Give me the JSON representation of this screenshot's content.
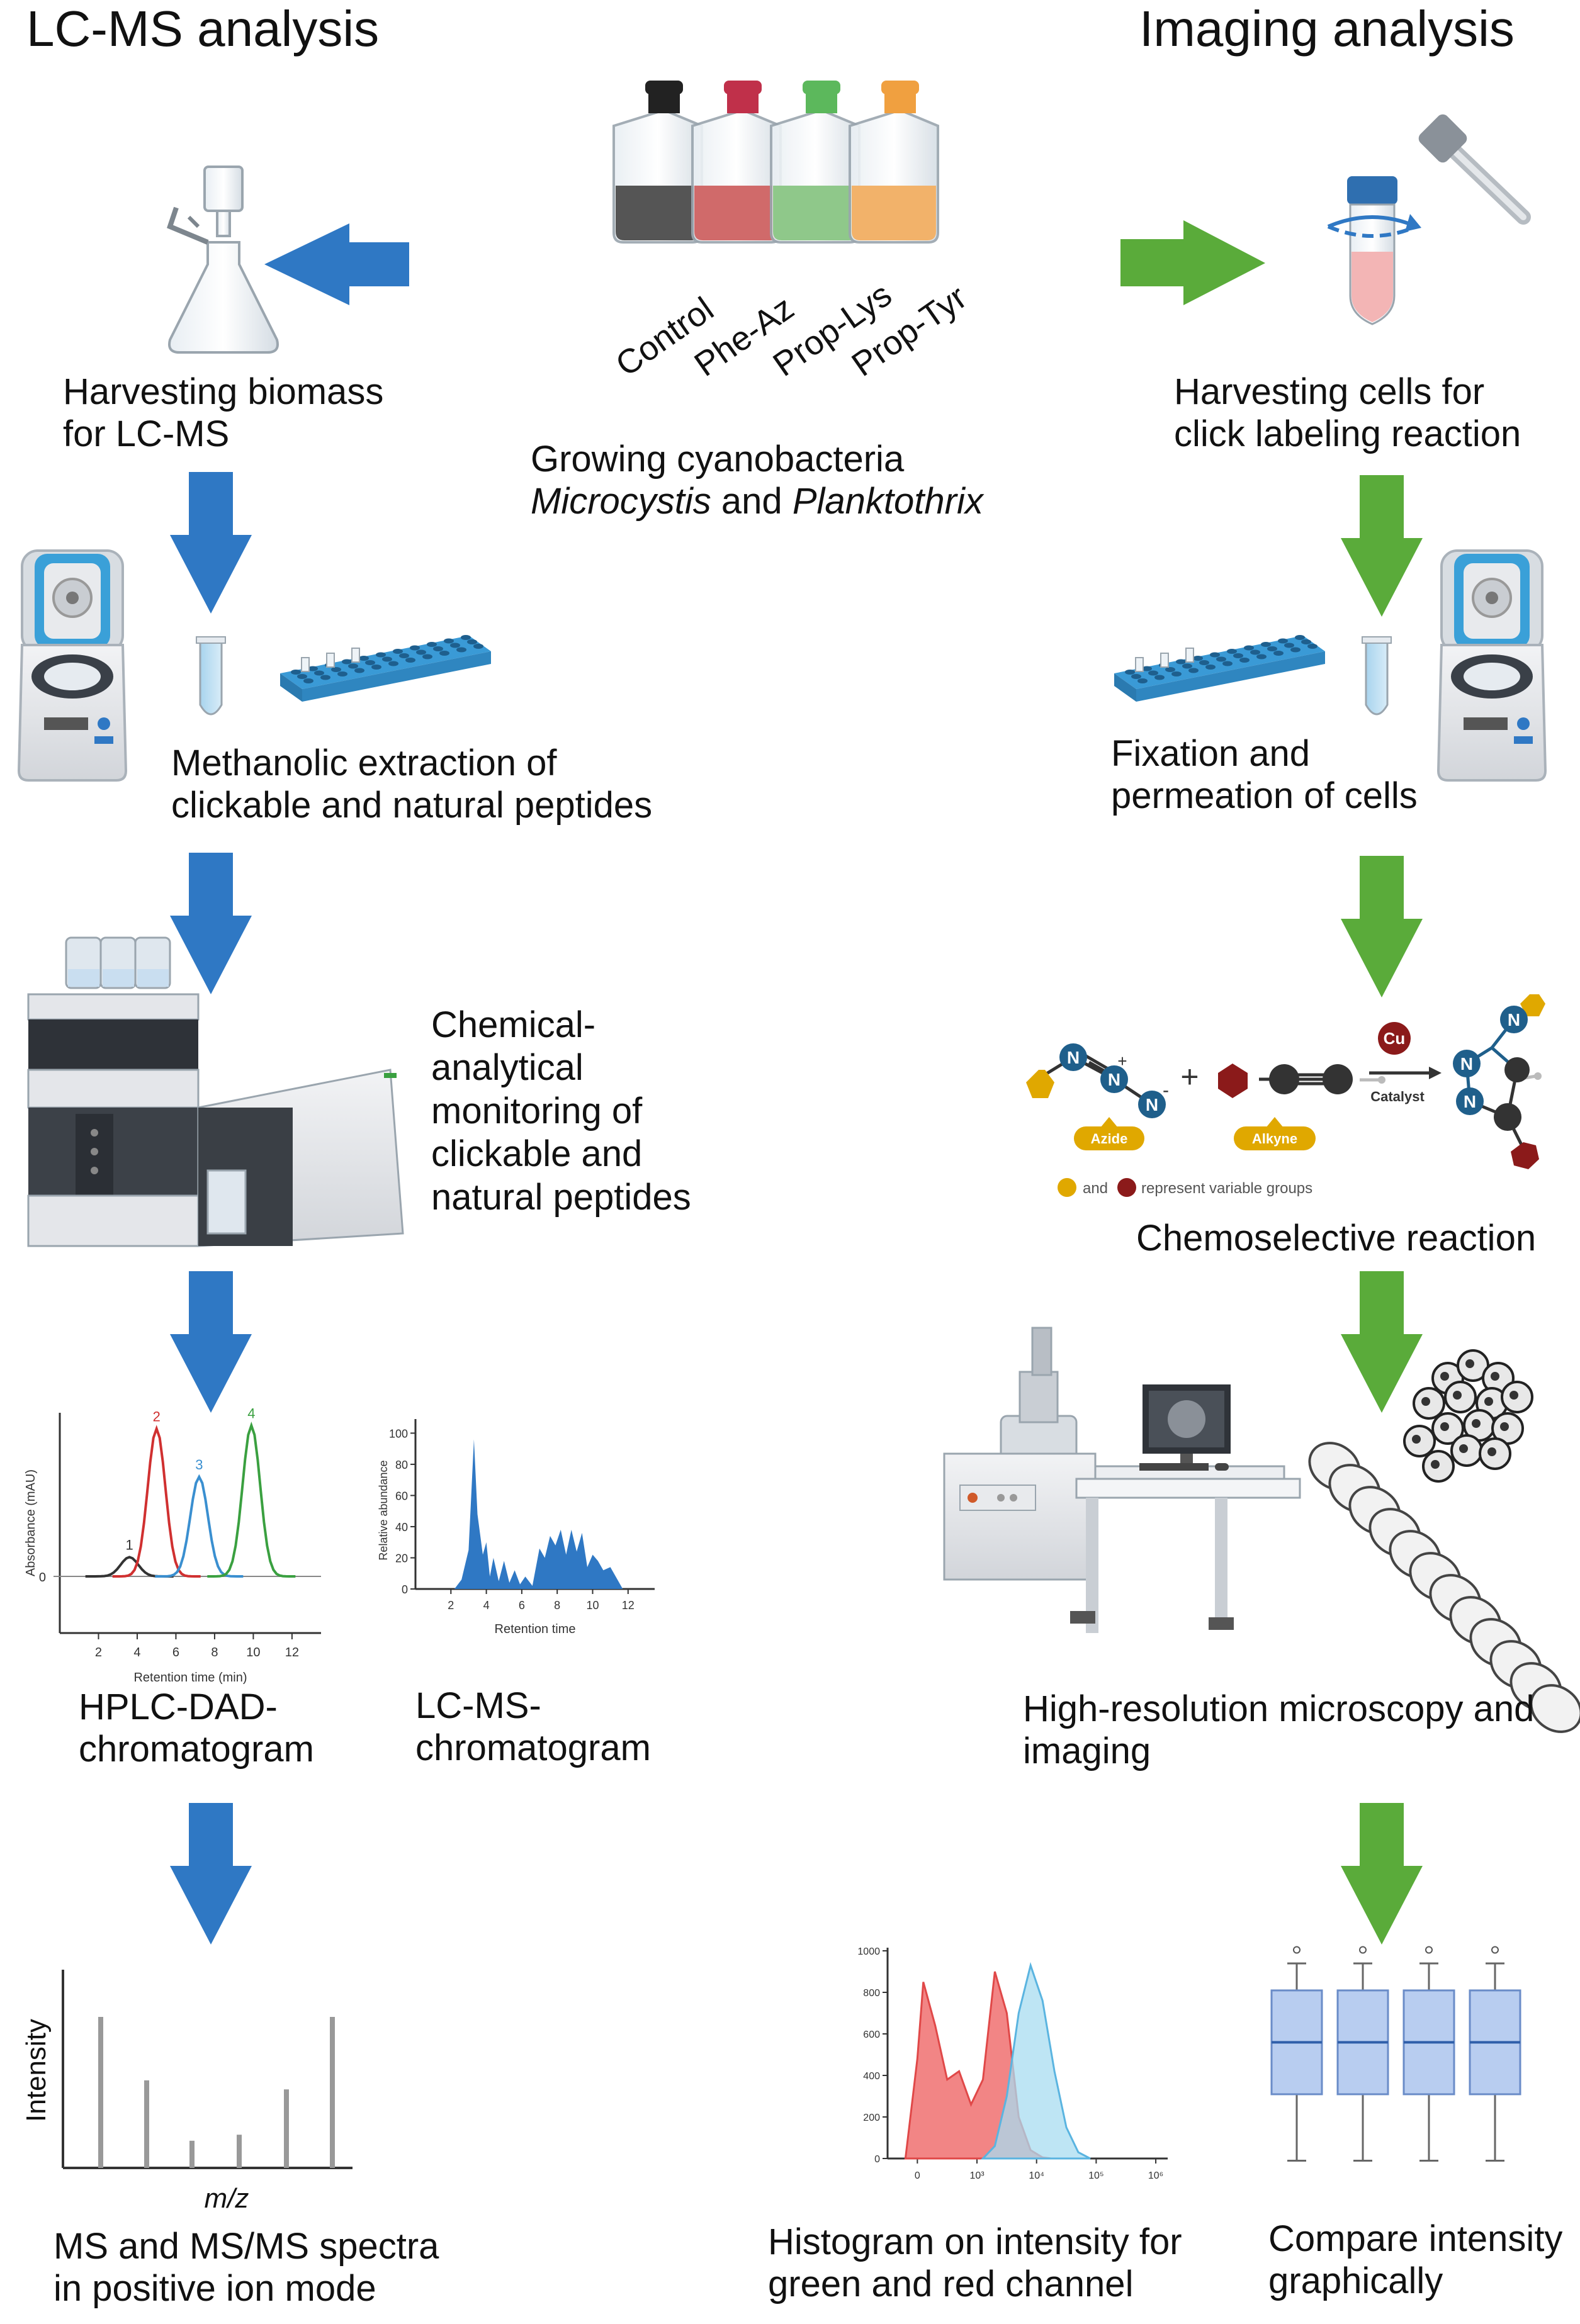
{
  "left_title": "LC-MS analysis",
  "right_title": "Imaging analysis",
  "flasks": {
    "labels": [
      "Control",
      "Phe-Az",
      "Prop-Lys",
      "Prop-Tyr"
    ],
    "cap_colors": [
      "#222222",
      "#c0304a",
      "#5cb85c",
      "#f0a040"
    ],
    "liquid_colors": [
      "#555555",
      "#d06a6a",
      "#8fc88a",
      "#f2b26a"
    ]
  },
  "center": {
    "line1": "Growing cyanobacteria",
    "genus1": "Microcystis",
    "and": "and",
    "genus2": "Planktothrix"
  },
  "left_steps": {
    "harvest": [
      "Harvesting biomass",
      "for LC-MS"
    ],
    "extraction": [
      "Methanolic extraction of",
      "clickable and natural peptides"
    ],
    "monitoring": [
      "Chemical-",
      "analytical",
      "monitoring of",
      "clickable and",
      "natural peptides"
    ],
    "hplc_label": [
      "HPLC-DAD-",
      "chromatogram"
    ],
    "lcms_label": [
      "LC-MS-",
      "chromatogram"
    ],
    "ms_label": [
      "MS and MS/MS spectra",
      "in positive ion mode"
    ]
  },
  "right_steps": {
    "harvest": [
      "Harvesting cells for",
      "click labeling reaction"
    ],
    "fixation": [
      "Fixation and",
      "permeation of cells"
    ],
    "chemo_label": "Chemoselective reaction",
    "microscopy": [
      "High-resolution microscopy and",
      "imaging"
    ],
    "histogram_label": [
      "Histogram on intensity for",
      "green and red channel"
    ],
    "compare_label": [
      "Compare intensity",
      "graphically"
    ]
  },
  "reaction": {
    "azide": "Azide",
    "alkyne": "Alkyne",
    "catalyst": "Catalyst",
    "cu": "Cu",
    "plus": "+",
    "n": "N",
    "plus_charge": "+",
    "minus_charge": "-",
    "and": "and",
    "variable_groups": "represent variable groups",
    "colors": {
      "azide": "#e0a800",
      "alkyne": "#8b1a1a",
      "nitrogen": "#1f5f8b",
      "carbon": "#333333"
    }
  },
  "colors": {
    "left_arrow": "#2f78c4",
    "right_arrow": "#5aab3a"
  },
  "chart_data": [
    {
      "type": "line",
      "xlabel": "Retention time (min)",
      "ylabel": "Absorbance (mAU)",
      "x_ticks": [
        "2",
        "4",
        "6",
        "8",
        "10",
        "12"
      ],
      "y_ticks": [
        "0"
      ],
      "xlim": [
        0,
        13.5
      ],
      "peaks": [
        {
          "label": "1",
          "x": 3.6,
          "height": 0.12,
          "color": "#333333"
        },
        {
          "label": "2",
          "x": 5.0,
          "height": 0.92,
          "color": "#d03030"
        },
        {
          "label": "3",
          "x": 7.2,
          "height": 0.62,
          "color": "#3a8fd0"
        },
        {
          "label": "4",
          "x": 9.9,
          "height": 0.94,
          "color": "#3aa040"
        }
      ]
    },
    {
      "type": "area",
      "xlabel": "Retention time",
      "ylabel": "Relative abundance",
      "x_ticks": [
        "2",
        "4",
        "6",
        "8",
        "10",
        "12"
      ],
      "y_ticks": [
        "0",
        "20",
        "40",
        "60",
        "80",
        "100"
      ],
      "xlim": [
        0,
        13.5
      ],
      "ylim": [
        0,
        105
      ],
      "color": "#2f78c4",
      "x": [
        2.2,
        2.6,
        3.0,
        3.3,
        3.5,
        3.8,
        4.0,
        4.2,
        4.4,
        4.7,
        5.0,
        5.3,
        5.6,
        5.9,
        6.2,
        6.6,
        7.0,
        7.3,
        7.6,
        7.9,
        8.2,
        8.5,
        8.8,
        9.1,
        9.4,
        9.7,
        10.0,
        10.3,
        10.6,
        11.0,
        11.4,
        11.7
      ],
      "y": [
        0,
        6,
        25,
        96,
        48,
        22,
        30,
        8,
        20,
        5,
        18,
        4,
        12,
        3,
        8,
        2,
        26,
        20,
        34,
        28,
        38,
        22,
        38,
        24,
        36,
        14,
        22,
        18,
        12,
        14,
        6,
        0
      ]
    },
    {
      "type": "bar",
      "xlabel": "m/z",
      "ylabel": "Intensity",
      "values": [
        100,
        58,
        18,
        22,
        52,
        100
      ],
      "color": "#999999"
    },
    {
      "type": "area",
      "y_ticks": [
        "0",
        "200",
        "400",
        "600",
        "800",
        "1000"
      ],
      "x_ticks": [
        "0",
        "10³",
        "10⁴",
        "10⁵",
        "10⁶"
      ],
      "ylim": [
        0,
        1000
      ],
      "series": [
        {
          "color": "#f07070",
          "x": [
            -0.2,
            0.0,
            0.1,
            0.3,
            0.5,
            0.7,
            0.9,
            1.1,
            1.3,
            1.5,
            1.7,
            1.9,
            2.1,
            2.25
          ],
          "y": [
            0,
            480,
            850,
            640,
            380,
            420,
            260,
            380,
            900,
            700,
            200,
            40,
            5,
            0
          ]
        },
        {
          "color": "#a8dcf0",
          "x": [
            1.1,
            1.3,
            1.5,
            1.7,
            1.9,
            2.1,
            2.3,
            2.5,
            2.7,
            2.9
          ],
          "y": [
            0,
            60,
            300,
            700,
            930,
            760,
            420,
            150,
            30,
            0
          ]
        }
      ],
      "xlim": [
        -0.5,
        4.2
      ]
    },
    {
      "type": "box",
      "series": [
        {
          "min": 0.05,
          "q1": 0.37,
          "median": 0.62,
          "q3": 0.87,
          "max": 1.0,
          "outlier": 1.05
        },
        {
          "min": 0.05,
          "q1": 0.37,
          "median": 0.62,
          "q3": 0.87,
          "max": 1.0,
          "outlier": 1.05
        },
        {
          "min": 0.05,
          "q1": 0.37,
          "median": 0.62,
          "q3": 0.87,
          "max": 1.0,
          "outlier": 1.05
        },
        {
          "min": 0.05,
          "q1": 0.37,
          "median": 0.62,
          "q3": 0.87,
          "max": 1.0,
          "outlier": 1.05
        }
      ],
      "color": "#b8cdf0"
    }
  ]
}
